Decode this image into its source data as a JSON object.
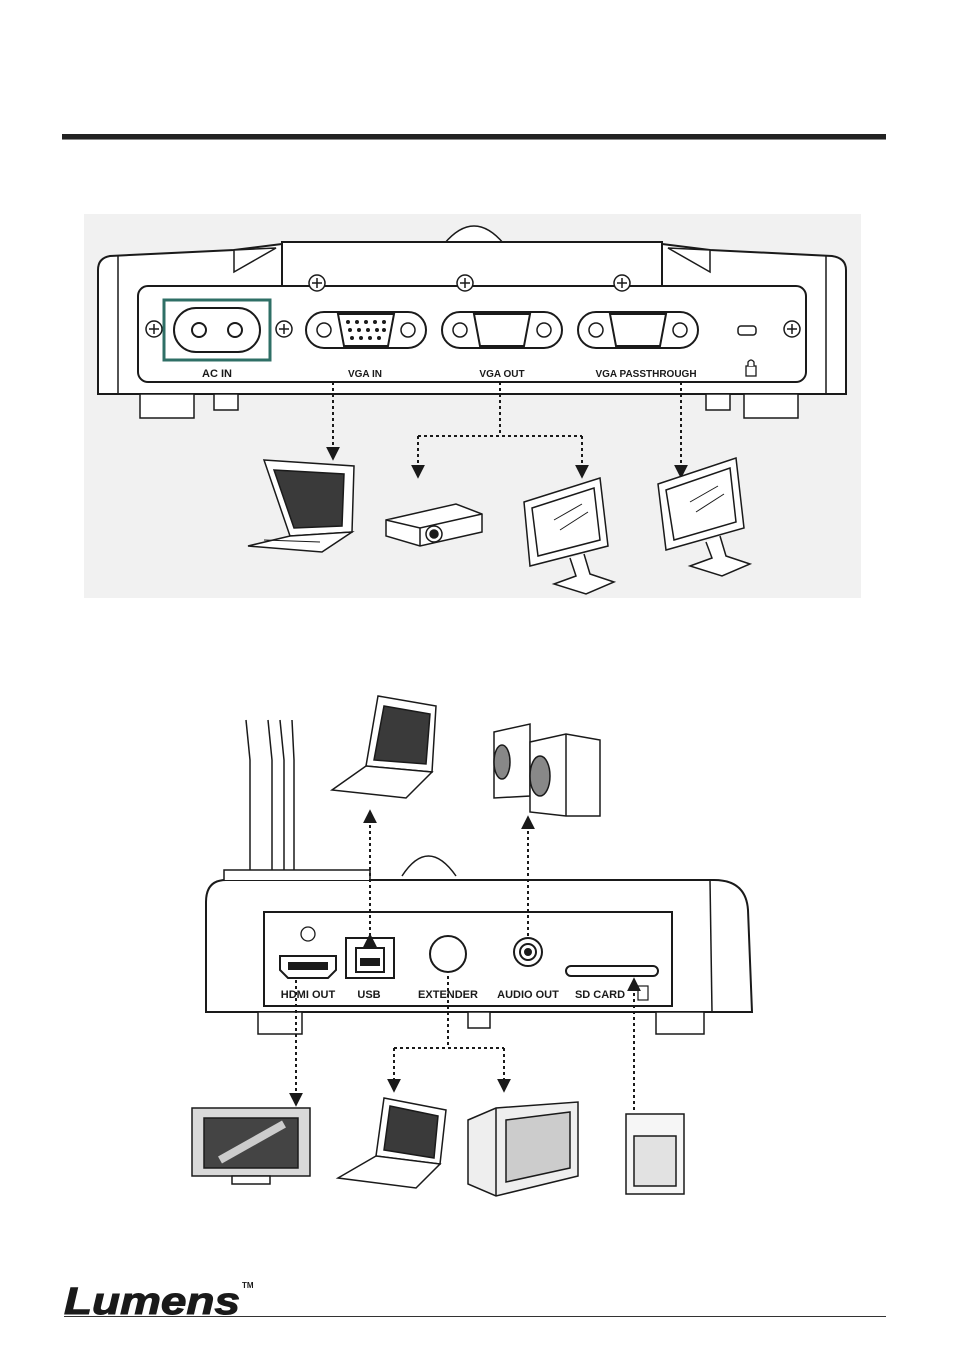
{
  "rear_panel": {
    "ports": {
      "ac_in": "AC IN",
      "vga_in": "VGA IN",
      "vga_out": "VGA OUT",
      "vga_passthrough": "VGA PASSTHROUGH"
    }
  },
  "side_panel": {
    "ports": {
      "hdmi_out": "HDMI OUT",
      "usb": "USB",
      "extender": "EXTENDER",
      "audio_out": "AUDIO OUT",
      "sd_card": "SD CARD"
    }
  },
  "footer": {
    "logo": "Lumens",
    "trademark": "TM"
  },
  "colors": {
    "line": "#1a1a1a",
    "panel_bg": "#f1f1f1",
    "ac_highlight": "#2f6f66"
  }
}
